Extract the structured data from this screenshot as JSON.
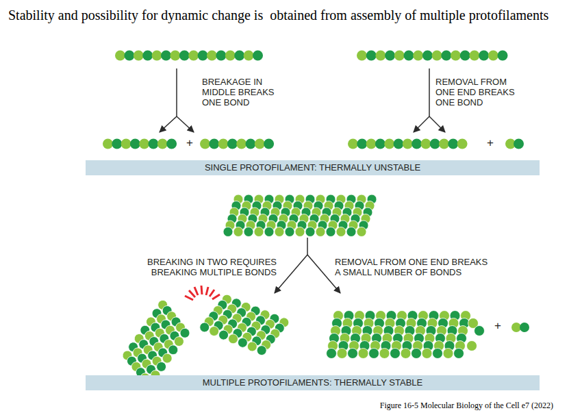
{
  "diagram": {
    "title": "Stability and possibility for dynamic change is  obtained from assembly of multiple protofilaments",
    "caption": "Figure 16-5 Molecular Biology of the Cell e7 (2022)",
    "nodes": [
      {
        "text": [
          "SINGLE PROTOFILAMENT: THERMALLY UNSTABLE"
        ]
      },
      {
        "text": [
          "MULTIPLE PROTOFILAMENTS: THERMALLY STABLE"
        ]
      }
    ],
    "labels": [
      "BREAKAGE IN MIDDLE BREAKS ONE BOND",
      "REMOVAL FROM ONE END BREAKS ONE BOND",
      "+",
      "+",
      "BREAKING IN TWO REQUIRES BREAKING MULTIPLE BONDS",
      "REMOVAL FROM ONE END BREAKS A SMALL NUMBER OF BONDS",
      "+"
    ]
  }
}
